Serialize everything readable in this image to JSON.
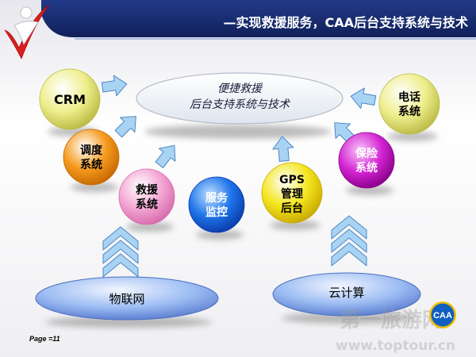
{
  "header": {
    "title": "—实现救援服务，CAA后台支持系统与技术",
    "logo_icon": "checkmark-figure-logo",
    "band_color": "#223a88"
  },
  "hub": {
    "lines": [
      "便捷救援",
      "后台支持系统与技术"
    ],
    "text_color": "#1b1b3a"
  },
  "nodes": [
    {
      "lines": [
        "CRM"
      ],
      "color": "#eeee8c",
      "shade": "#b9b944",
      "text_color": "#000000"
    },
    {
      "lines": [
        "调度",
        "系统"
      ],
      "color": "#f59a1e",
      "shade": "#c66800",
      "text_color": "#000000"
    },
    {
      "lines": [
        "救援",
        "系统"
      ],
      "color": "#f4a6d4",
      "shade": "#d66aac",
      "text_color": "#000000"
    },
    {
      "lines": [
        "服务",
        "监控"
      ],
      "color": "#1e74ea",
      "shade": "#0a3aa8",
      "text_color": "#ffffff"
    },
    {
      "lines": [
        "GPS",
        "管理",
        "后台"
      ],
      "color": "#f4e61e",
      "shade": "#c8a800",
      "text_color": "#000000"
    },
    {
      "lines": [
        "保险",
        "系统"
      ],
      "color": "#d424d4",
      "shade": "#870087",
      "text_color": "#ffffff"
    },
    {
      "lines": [
        "电话",
        "系统"
      ],
      "color": "#eeee8c",
      "shade": "#b9b944",
      "text_color": "#000000"
    }
  ],
  "arrow_color": "#a9d3f3",
  "chevron_icon": "chevron-up-icon",
  "foundation_color": "#9dbdf3",
  "foundations": [
    {
      "label": "物联网"
    },
    {
      "label": "云计算"
    }
  ],
  "footer": {
    "page_label": "Page =11",
    "logo_text": "CAA",
    "watermark": [
      "第一旅游网",
      "www.toptour.cn"
    ]
  }
}
